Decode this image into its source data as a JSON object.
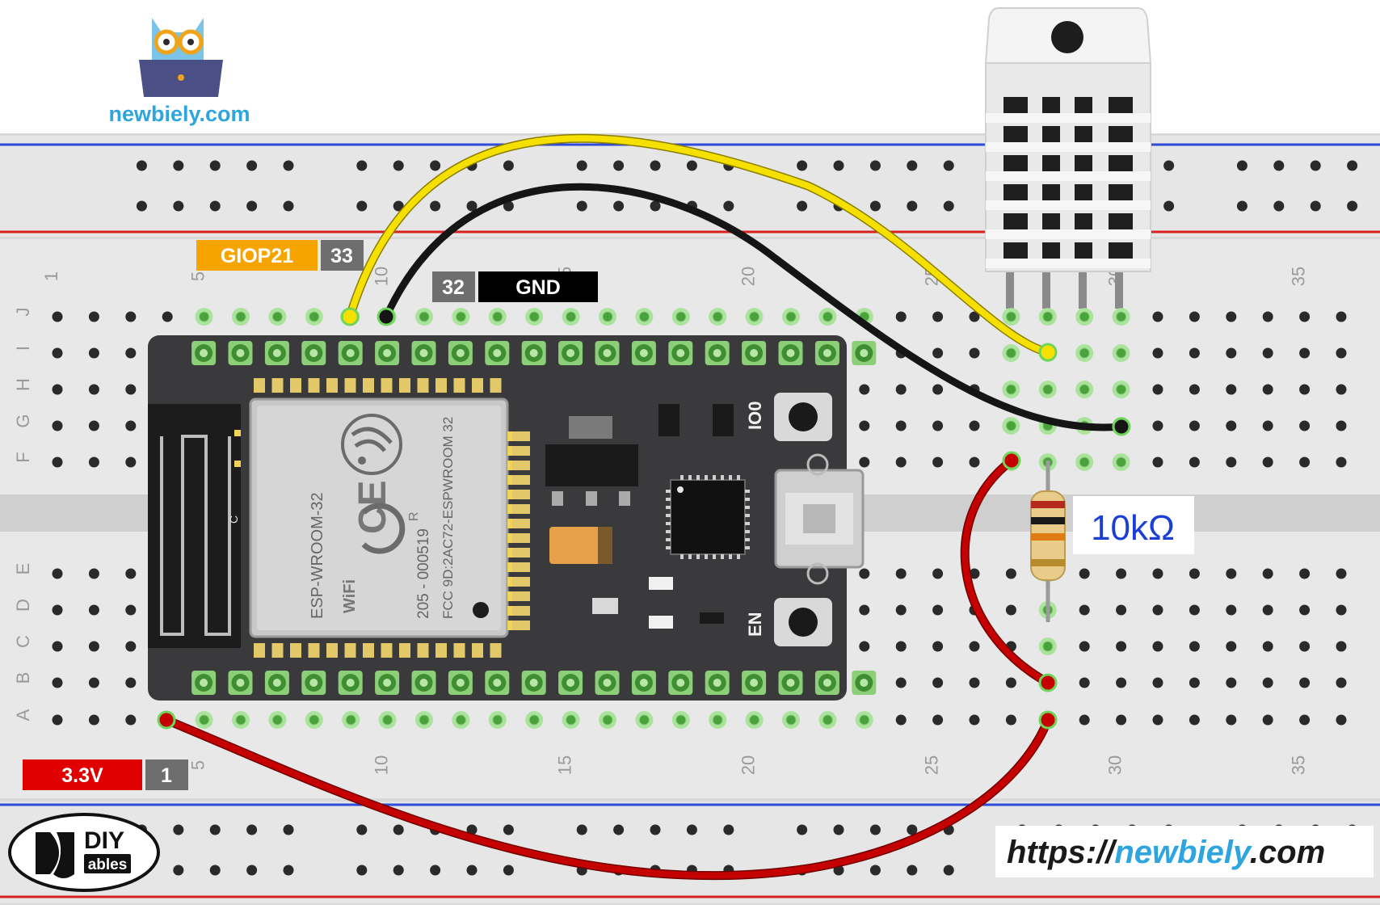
{
  "brand": {
    "site": "newbiely.com",
    "url_prefix": "https://",
    "url_name": "newbiely",
    "url_suffix": ".com",
    "diy_top": "DIY",
    "diy_bottom": "ables"
  },
  "pin_labels": {
    "gpio": {
      "name": "GIOP21",
      "number": "33"
    },
    "gnd": {
      "number": "32",
      "name": "GND"
    },
    "vcc": {
      "name": "3.3V",
      "number": "1"
    }
  },
  "breadboard": {
    "row_letters_top": [
      "J",
      "I",
      "H",
      "G",
      "F"
    ],
    "row_letters_bottom": [
      "E",
      "D",
      "C",
      "B",
      "A"
    ],
    "column_numbers_top": [
      "1",
      "5",
      "10",
      "15",
      "20",
      "25",
      "30",
      "35"
    ],
    "column_numbers_bottom": [
      "5",
      "10",
      "15",
      "20",
      "25",
      "30",
      "35"
    ]
  },
  "esp32": {
    "module_text": "ESP-WROOM-32",
    "cert_line1": "205 - 000519",
    "cert_line2": "FCC 9D:2AC72-ESPWROOM 32",
    "wifi_text": "WiFi",
    "ce_text": "CE",
    "r_text": "R",
    "antenna_c": "C",
    "io0_label": "IO0",
    "en_label": "EN"
  },
  "resistor": {
    "label": "10kΩ"
  },
  "colors": {
    "wire_yellow": "#f5e000",
    "wire_black": "#151515",
    "wire_red": "#c40000",
    "label_orange": "#f5a400",
    "label_red": "#e00000",
    "label_gray": "#6e6e6e",
    "label_black": "#000000",
    "accent_blue": "#1a3fd6",
    "board": "#3a3a3c"
  }
}
